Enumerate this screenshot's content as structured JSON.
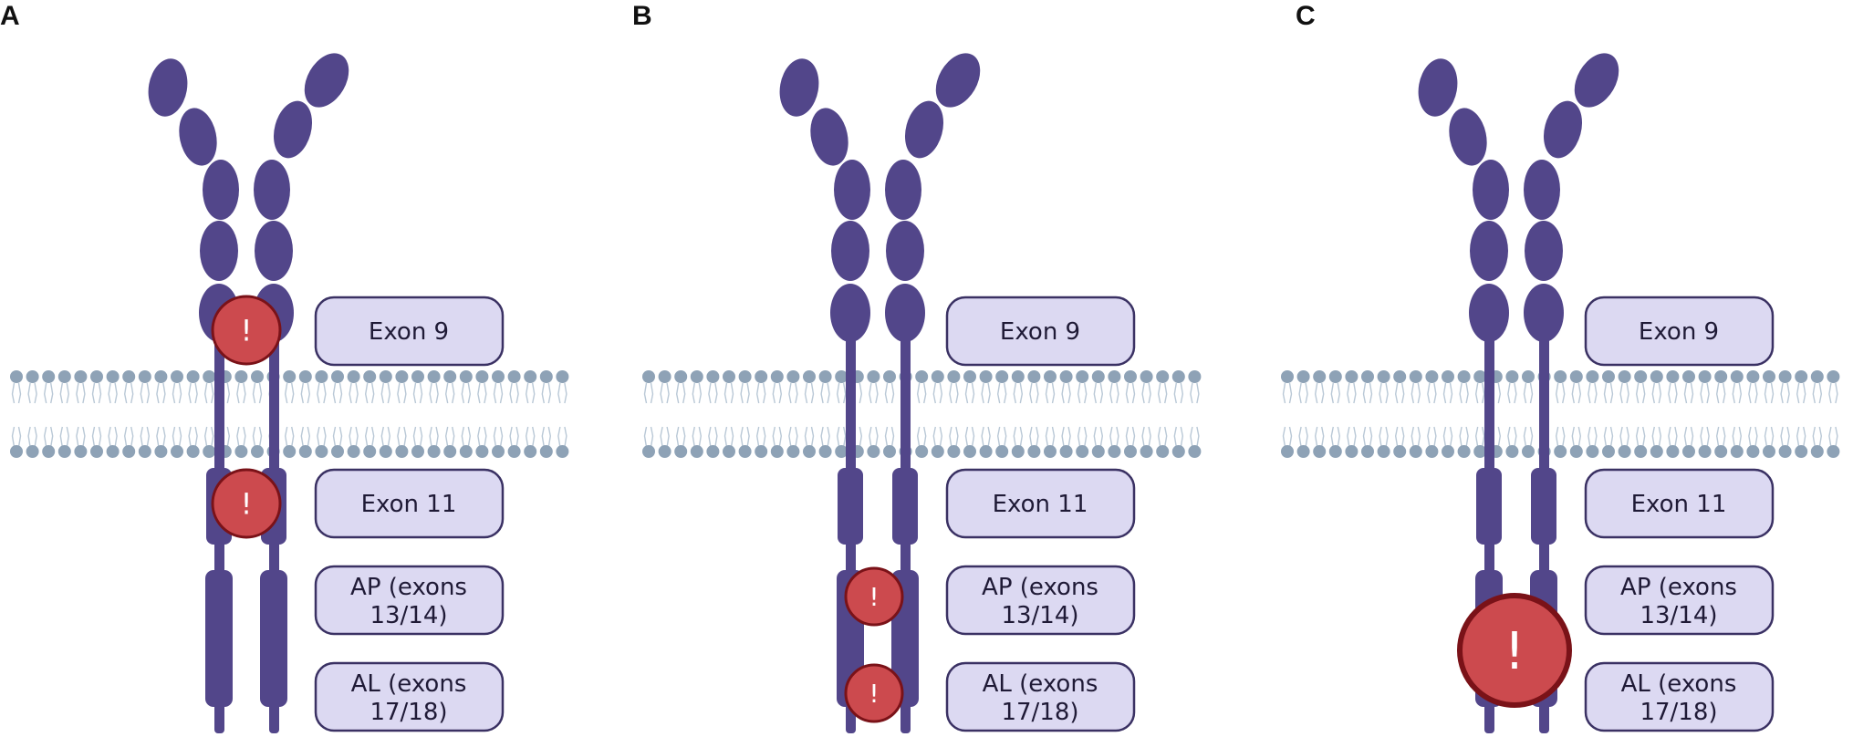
{
  "colors": {
    "receptor": "#52468a",
    "mutation_fill": "#cc4a4e",
    "mutation_stroke": "#7a1218",
    "label_fill": "#dcd9f2",
    "label_stroke": "#3a3163",
    "membrane_head": "#8ea2b6",
    "membrane_tail": "#b9c8d6"
  },
  "mutation_icon": "exclamation-icon",
  "mutation_symbol": "!",
  "panels": [
    {
      "letter": "A",
      "labels": [
        "Exon 9",
        "Exon 11",
        "AP (exons|13/14)",
        "AL (exons|17/18)"
      ],
      "mutation_sites": [
        "exon-9",
        "exon-11"
      ]
    },
    {
      "letter": "B",
      "labels": [
        "Exon 9",
        "Exon 11",
        "AP (exons|13/14)",
        "AL (exons|17/18)"
      ],
      "mutation_sites": [
        "ap",
        "al"
      ]
    },
    {
      "letter": "C",
      "labels": [
        "Exon 9",
        "Exon 11",
        "AP (exons|13/14)",
        "AL (exons|17/18)"
      ],
      "mutation_sites": [
        "kinase-large"
      ]
    }
  ]
}
